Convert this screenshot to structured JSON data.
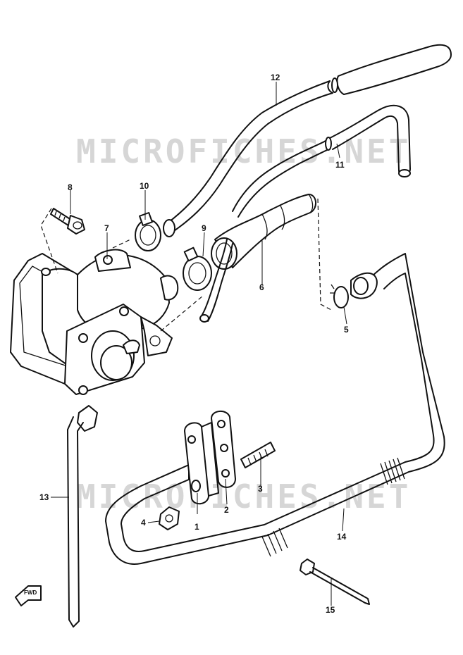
{
  "watermark": {
    "text_top": "MICROFICHES.NET",
    "text_bottom": "MICROFICHES.NET"
  },
  "callouts": [
    {
      "id": "1",
      "label": "1"
    },
    {
      "id": "2",
      "label": "2"
    },
    {
      "id": "3",
      "label": "3"
    },
    {
      "id": "4",
      "label": "4"
    },
    {
      "id": "5",
      "label": "5"
    },
    {
      "id": "6",
      "label": "6"
    },
    {
      "id": "7",
      "label": "7"
    },
    {
      "id": "8",
      "label": "8"
    },
    {
      "id": "9",
      "label": "9"
    },
    {
      "id": "10",
      "label": "10"
    },
    {
      "id": "11",
      "label": "11"
    },
    {
      "id": "12",
      "label": "12"
    },
    {
      "id": "13",
      "label": "13"
    },
    {
      "id": "14",
      "label": "14"
    },
    {
      "id": "15",
      "label": "15"
    }
  ],
  "front_arrow": {
    "icon": "front-arrow-icon",
    "label": "FWD"
  },
  "colors": {
    "line": "#111111",
    "background": "#ffffff",
    "watermark": "#d6d6d6"
  }
}
